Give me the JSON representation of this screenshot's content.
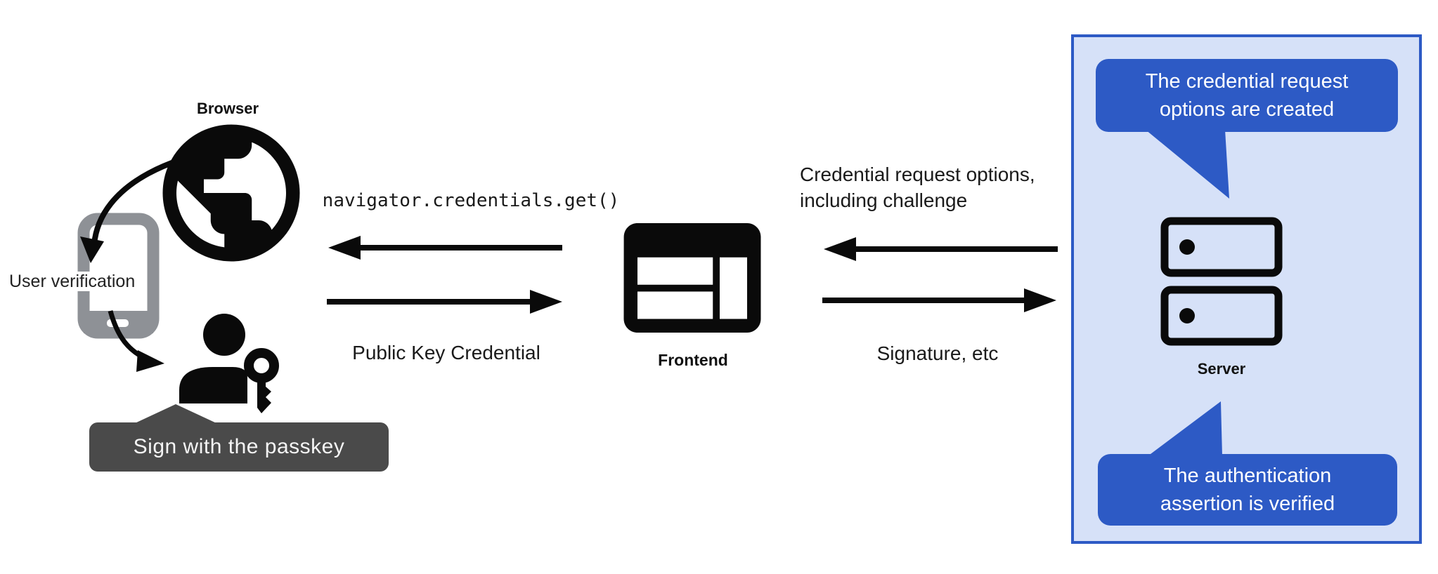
{
  "colors": {
    "bubble-blue": "#2d5ac5",
    "panel-bg": "#d6e1f8",
    "panel-border": "#2d5ac5",
    "tooltip-bg": "#4a4a4a",
    "phone-gray": "#8e9196"
  },
  "left": {
    "browser_label": "Browser",
    "user_verification_label": "User verification",
    "passkey_tooltip": "Sign with the passkey",
    "icons": {
      "browser": "globe-icon",
      "device": "smartphone-icon",
      "user": "passkey-person-icon"
    }
  },
  "middle": {
    "call_label": "navigator.credentials.get()",
    "return_label": "Public Key Credential",
    "frontend_label": "Frontend",
    "icon": "web-window-icon"
  },
  "right": {
    "request_label_line1": "Credential request options,",
    "request_label_line2": "including challenge",
    "response_label": "Signature, etc"
  },
  "server_panel": {
    "server_label": "Server",
    "icon": "server-stack-icon",
    "top_bubble": {
      "line1": "The credential request",
      "line2": "options are created"
    },
    "bottom_bubble": {
      "line1": "The authentication",
      "line2": "assertion is verified"
    }
  }
}
